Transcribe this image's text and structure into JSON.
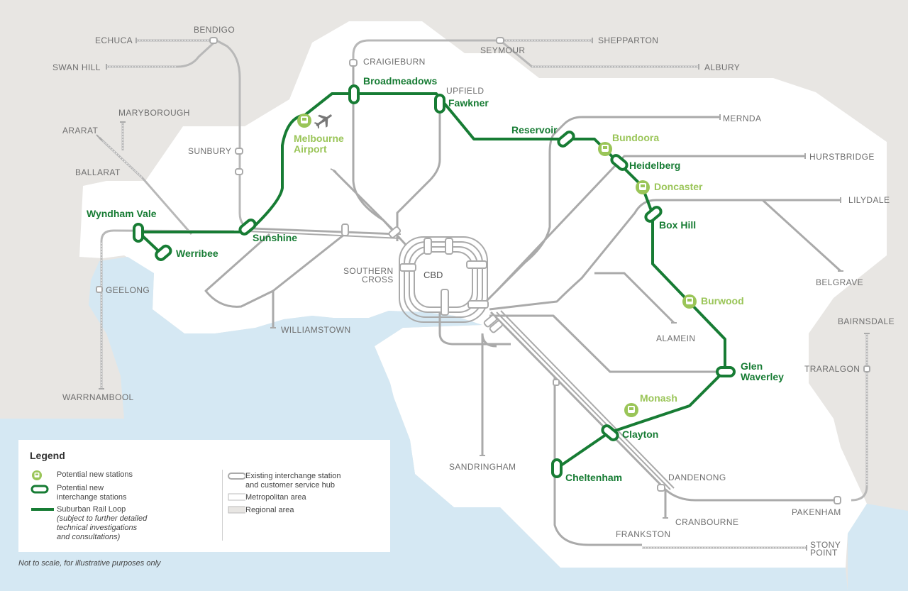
{
  "colors": {
    "background": "#e8e6e3",
    "metro_area": "#ffffff",
    "water": "#d5e8f3",
    "rail_line": "#aaaaaa",
    "regional_line": "#b8b8b8",
    "srl_line": "#177c34",
    "new_station": "#9ac558"
  },
  "stations": {
    "echuca": "ECHUCA",
    "bendigo": "BENDIGO",
    "swan_hill": "SWAN HILL",
    "craigieburn": "CRAIGIEBURN",
    "seymour": "SEYMOUR",
    "shepparton": "SHEPPARTON",
    "albury": "ALBURY",
    "maryborough": "MARYBOROUGH",
    "ararat": "ARARAT",
    "ballarat": "BALLARAT",
    "sunbury": "SUNBURY",
    "upfield": "UPFIELD",
    "mernda": "MERNDA",
    "hurstbridge": "HURSTBRIDGE",
    "lilydale": "LILYDALE",
    "belgrave": "BELGRAVE",
    "geelong": "GEELONG",
    "warrnambool": "WARRNAMBOOL",
    "williamstown": "WILLIAMSTOWN",
    "southern_cross_1": "SOUTHERN",
    "southern_cross_2": "CROSS",
    "cbd": "CBD",
    "alamein": "ALAMEIN",
    "bairnsdale": "BAIRNSDALE",
    "traralgon": "TRARALGON",
    "sandringham": "SANDRINGHAM",
    "dandenong": "DANDENONG",
    "pakenham": "PAKENHAM",
    "cranbourne": "CRANBOURNE",
    "frankston": "FRANKSTON",
    "stony_point_1": "STONY",
    "stony_point_2": "POINT"
  },
  "srl_stations": {
    "broadmeadows": "Broadmeadows",
    "fawkner": "Fawkner",
    "reservoir": "Reservoir",
    "heidelberg": "Heidelberg",
    "box_hill": "Box Hill",
    "glen_waverley_1": "Glen",
    "glen_waverley_2": "Waverley",
    "clayton": "Clayton",
    "cheltenham": "Cheltenham",
    "sunshine": "Sunshine",
    "wyndham_vale": "Wyndham Vale",
    "werribee": "Werribee"
  },
  "new_stations": {
    "melbourne_airport_1": "Melbourne",
    "melbourne_airport_2": "Airport",
    "bundoora": "Bundoora",
    "doncaster": "Doncaster",
    "burwood": "Burwood",
    "monash": "Monash"
  },
  "legend": {
    "title": "Legend",
    "potential_new_stations": "Potential new stations",
    "potential_new_interchange_1": "Potential new",
    "potential_new_interchange_2": "interchange stations",
    "srl": "Suburban Rail Loop",
    "srl_note_1": "(subject to further detailed",
    "srl_note_2": "technical investigations",
    "srl_note_3": "and consultations)",
    "existing_interchange_1": "Existing interchange station",
    "existing_interchange_2": "and customer service hub",
    "metropolitan_area": "Metropolitan area",
    "regional_area": "Regional area"
  },
  "footnote": "Not to scale, for illustrative purposes only",
  "icons": [
    "airplane-icon",
    "train-icon"
  ]
}
